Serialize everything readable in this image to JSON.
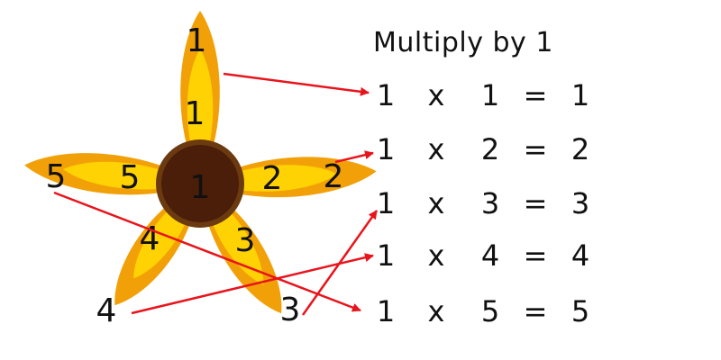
{
  "title": "Multiply by 1",
  "colors": {
    "petal_outer": "#F2A007",
    "petal_inner": "#FFD203",
    "center_ring": "#6B3A10",
    "center_fill": "#4A1E08",
    "center_text": "#FFFFFF",
    "arrow": "#E8141C",
    "text": "#111111"
  },
  "center_label": "1",
  "petals": [
    {
      "name": "top",
      "outer_label": "1",
      "inner_label": "1"
    },
    {
      "name": "right",
      "outer_label": "2",
      "inner_label": "2"
    },
    {
      "name": "lower-right",
      "outer_label": "3",
      "inner_label": "3"
    },
    {
      "name": "lower-left",
      "outer_label": "4",
      "inner_label": "4"
    },
    {
      "name": "left",
      "outer_label": "5",
      "inner_label": "5"
    }
  ],
  "equations": [
    {
      "a": "1",
      "op": "x",
      "b": "1",
      "eq": "=",
      "result": "1"
    },
    {
      "a": "1",
      "op": "x",
      "b": "2",
      "eq": "=",
      "result": "2"
    },
    {
      "a": "1",
      "op": "x",
      "b": "3",
      "eq": "=",
      "result": "3"
    },
    {
      "a": "1",
      "op": "x",
      "b": "4",
      "eq": "=",
      "result": "4"
    },
    {
      "a": "1",
      "op": "x",
      "b": "5",
      "eq": "=",
      "result": "5"
    }
  ]
}
